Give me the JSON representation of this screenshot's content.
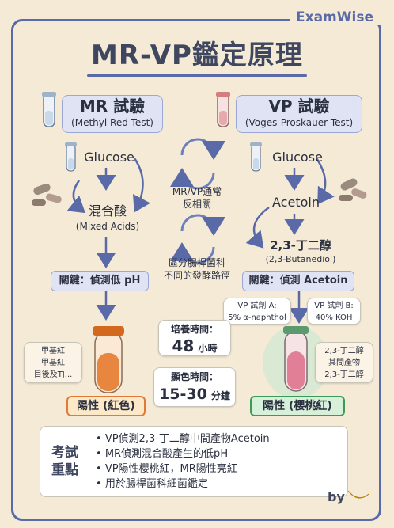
{
  "brand": "ExamWise",
  "title": "MR-VP鑑定原理",
  "mr": {
    "title": "MR 試驗",
    "subtitle": "(Methyl Red Test)",
    "glucose": "Glucose",
    "mixed_acid_cn": "混合酸",
    "mixed_acid_en": "(Mixed Acids)",
    "key": "關鍵：偵測低 pH",
    "side_note": [
      "甲基紅",
      "甲基紅",
      "目後及TJ..."
    ],
    "result": "陽性 (紅色)",
    "tube_color": "#e8853f"
  },
  "vp": {
    "title": "VP 試驗",
    "subtitle": "(Voges-Proskauer Test)",
    "glucose": "Glucose",
    "acetoin": "Acetoin",
    "butanediol_cn": "2,3-丁二醇",
    "butanediol_en": "(2,3-Butanediol)",
    "key": "關鍵：偵測 Acetoin",
    "reagent_a": [
      "VP 試劑 A:",
      "5% α-naphthol"
    ],
    "reagent_b": [
      "VP 試劑 B:",
      "40% KOH"
    ],
    "side_note": [
      "2,3-丁二醇",
      "其間產物",
      "2,3-丁二醇"
    ],
    "result": "陽性 (櫻桃紅)",
    "tube_color": "#e07f95"
  },
  "center": {
    "relation": [
      "MR/VP通常",
      "反相關"
    ],
    "purpose": [
      "區分腸桿菌科",
      "不同的發酵路徑"
    ],
    "incubation_label": "培養時間：",
    "incubation_value": "48",
    "incubation_unit": "小時",
    "color_label": "顯色時間：",
    "color_value": "15-30",
    "color_unit": "分鐘"
  },
  "summary": {
    "label": [
      "考試",
      "重點"
    ],
    "points": [
      "VP偵測2,3-丁二醇中間產物Acetoin",
      "MR偵測混合酸產生的低pH",
      "VP陽性櫻桃紅，MR陽性亮紅",
      "用於腸桿菌科細菌鑑定"
    ]
  },
  "footer": {
    "by": "by"
  },
  "colors": {
    "accent": "#5a6aa8",
    "background": "#f4ead6",
    "card": "#dfe3f4",
    "mr_accent": "#e07a36",
    "vp_accent": "#3a9a56"
  }
}
